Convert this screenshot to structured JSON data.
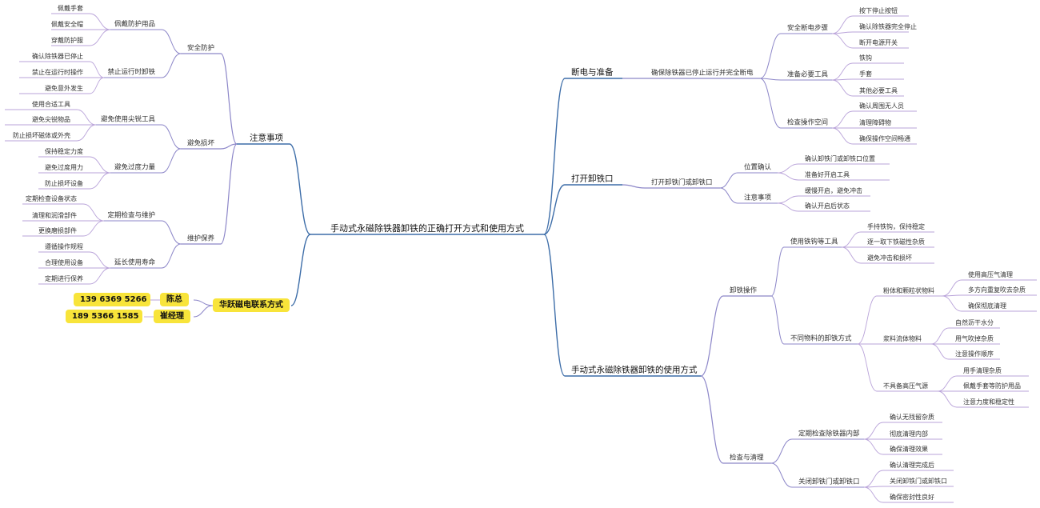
{
  "colors": {
    "main_branch": "#3d6da8",
    "sub_branch": "#8c86c8",
    "leaf_branch": "#b9a3d9",
    "highlight": "#f8e43a"
  },
  "root": "手动式永磁除铁器卸铁的正确打开方式和使用方式",
  "left": {
    "notes": {
      "label": "注意事项",
      "safety": {
        "label": "安全防护",
        "ppe": {
          "label": "佩戴防护用品",
          "items": [
            "佩戴手套",
            "佩戴安全帽",
            "穿戴防护服"
          ]
        },
        "no_run": {
          "label": "禁止运行时卸铁",
          "items": [
            "确认除铁器已停止",
            "禁止在运行时操作",
            "避免意外发生"
          ]
        }
      },
      "damage": {
        "label": "避免损坏",
        "tools": {
          "label": "避免使用尖锐工具",
          "items": [
            "使用合适工具",
            "避免尖锐物品",
            "防止损坏磁体或外壳"
          ]
        },
        "force": {
          "label": "避免过度力量",
          "items": [
            "保持稳定力度",
            "避免过度用力",
            "防止损坏设备"
          ]
        }
      },
      "maint": {
        "label": "维护保养",
        "check": {
          "label": "定期检查与维护",
          "items": [
            "定期检查设备状态",
            "清理和润滑部件",
            "更换磨损部件"
          ]
        },
        "life": {
          "label": "延长使用寿命",
          "items": [
            "遵循操作规程",
            "合理使用设备",
            "定期进行保养"
          ]
        }
      }
    },
    "contact": {
      "label": "华跃磁电联系方式",
      "persons": [
        {
          "name": "陈总",
          "phone": "139 6369 5266"
        },
        {
          "name": "崔经理",
          "phone": "189 5366 1585"
        }
      ]
    }
  },
  "right": {
    "power": {
      "label": "断电与准备",
      "sub": "确保除铁器已停止运行并完全断电",
      "steps": {
        "label": "安全断电步骤",
        "items": [
          "按下停止按钮",
          "确认除铁器完全停止",
          "断开电源开关"
        ]
      },
      "tools": {
        "label": "准备必要工具",
        "items": [
          "铁钩",
          "手套",
          "其他必要工具"
        ]
      },
      "space": {
        "label": "检查操作空间",
        "items": [
          "确认周围无人员",
          "清理障碍物",
          "确保操作空间畅通"
        ]
      }
    },
    "open": {
      "label": "打开卸铁口",
      "sub": "打开卸铁门或卸铁口",
      "pos": {
        "label": "位置确认",
        "items": [
          "确认卸铁门或卸铁口位置",
          "准备好开启工具"
        ]
      },
      "care": {
        "label": "注意事项",
        "items": [
          "缓慢开启，避免冲击",
          "确认开启后状态"
        ]
      }
    },
    "use": {
      "label": "手动式永磁除铁器卸铁的使用方式",
      "unload": {
        "label": "卸铁操作",
        "hook": {
          "label": "使用铁钩等工具",
          "items": [
            "手持铁钩，保持稳定",
            "逐一取下铁磁性杂质",
            "避免冲击和损坏"
          ]
        },
        "materials": {
          "label": "不同物料的卸铁方式",
          "powder": {
            "label": "粉体和颗粒状物料",
            "items": [
              "使用高压气清理",
              "多方向重复吹去杂质",
              "确保彻底清理"
            ]
          },
          "slurry": {
            "label": "浆料流体物料",
            "items": [
              "自然沥干水分",
              "用气吹掉杂质",
              "注意操作顺序"
            ]
          },
          "noair": {
            "label": "不具备高压气源",
            "items": [
              "用手清理杂质",
              "佩戴手套等防护用品",
              "注意力度和稳定性"
            ]
          }
        }
      },
      "inspect": {
        "label": "检查与清理",
        "periodic": {
          "label": "定期检查除铁器内部",
          "items": [
            "确认无残留杂质",
            "彻底清理内部",
            "确保清理效果"
          ]
        },
        "close": {
          "label": "关闭卸铁门或卸铁口",
          "items": [
            "确认清理完成后",
            "关闭卸铁门或卸铁口",
            "确保密封性良好"
          ]
        }
      }
    }
  }
}
